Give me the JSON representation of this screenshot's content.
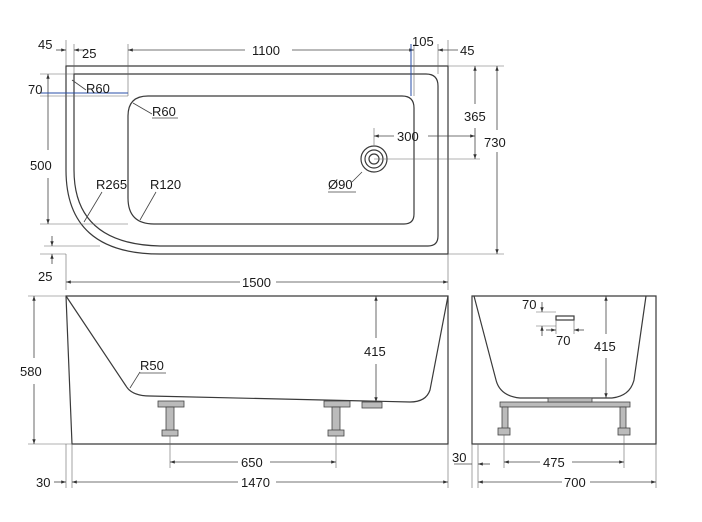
{
  "top_view": {
    "dims": {
      "d45_left": "45",
      "d25_top": "25",
      "d1100": "1100",
      "d105": "105",
      "d45_right": "45",
      "d70": "70",
      "r60_outer": "R60",
      "r60_inner": "R60",
      "d500": "500",
      "d365": "365",
      "d730": "730",
      "d300": "300",
      "drain": "Ø90",
      "r265": "R265",
      "r120": "R120",
      "d25_bottom": "25",
      "d1500": "1500"
    }
  },
  "side_view": {
    "dims": {
      "d580": "580",
      "r50": "R50",
      "d415": "415",
      "d650": "650",
      "d30": "30",
      "d1470": "1470"
    }
  },
  "end_view": {
    "dims": {
      "d70_v": "70",
      "d70_h": "70",
      "d415": "415",
      "d30": "30",
      "d475": "475",
      "d700": "700"
    }
  }
}
